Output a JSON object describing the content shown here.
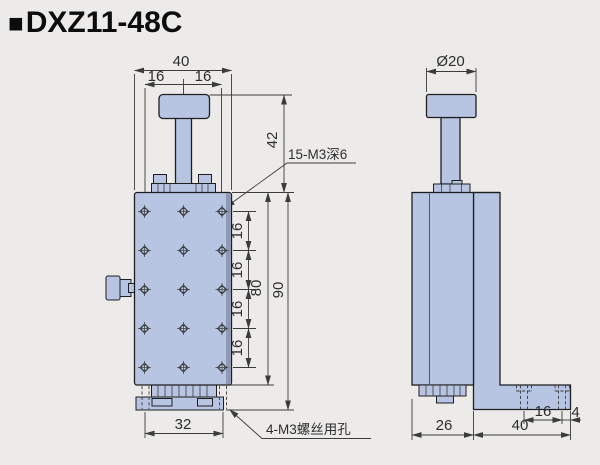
{
  "header": {
    "bullet": "■",
    "title": "DXZ11-48C"
  },
  "front_view": {
    "dim_width": "40",
    "dim_pitch_left": "16",
    "dim_pitch_right": "16",
    "dim_knob_height": "42",
    "label_holes": "15-M3深6",
    "dim_rows": [
      "16",
      "16",
      "16",
      "16"
    ],
    "dim_plate_height": "80",
    "dim_total_height": "90",
    "dim_base_holes_span": "32",
    "label_base_holes": "4-M3螺丝用孔"
  },
  "side_view": {
    "dim_knob_dia": "Ø20",
    "dim_body_depth": "26",
    "dim_foot_length": "40",
    "dim_foot_hole_pitch": "16",
    "dim_foot_hole_edge": "4"
  },
  "colors": {
    "background": "#ecebe9",
    "part_fill": "#b8c5e2",
    "part_shade": "#8e99b5",
    "outline": "#1f1f1f",
    "dimension": "#3c3c3c",
    "title": "#0d0d0d"
  }
}
